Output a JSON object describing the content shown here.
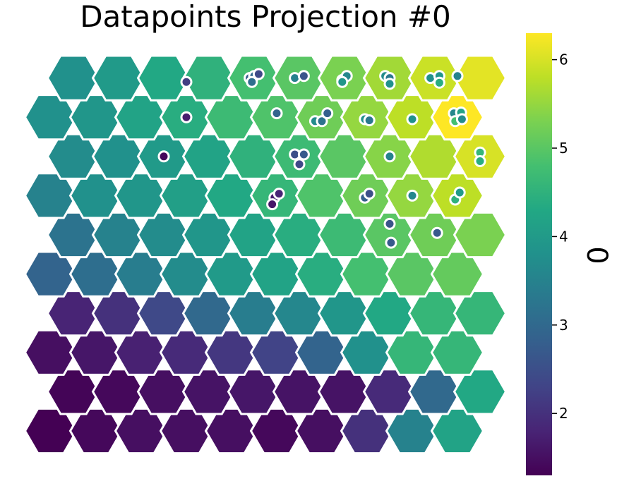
{
  "chart_data": {
    "type": "heatmap",
    "subtype": "hexagonal-som",
    "title": "Datapoints Projection #0",
    "colormap": "viridis",
    "grid": {
      "rows": 10,
      "cols": 10
    },
    "cells": [
      [
        1.3,
        1.4,
        1.5,
        1.5,
        1.5,
        1.4,
        1.5,
        2.0,
        3.5,
        4.2
      ],
      [
        1.35,
        1.4,
        1.5,
        1.55,
        1.6,
        1.55,
        1.55,
        1.9,
        3.0,
        4.3
      ],
      [
        1.5,
        1.6,
        1.75,
        1.9,
        2.1,
        2.3,
        2.9,
        3.8,
        4.6,
        4.6
      ],
      [
        1.8,
        2.0,
        2.4,
        3.0,
        3.4,
        3.6,
        3.9,
        4.3,
        4.6,
        4.6
      ],
      [
        2.9,
        3.1,
        3.4,
        3.7,
        4.0,
        4.2,
        4.4,
        4.8,
        5.0,
        5.1
      ],
      [
        3.2,
        3.5,
        3.7,
        3.9,
        4.2,
        4.4,
        4.7,
        5.0,
        5.2,
        5.3
      ],
      [
        3.5,
        3.8,
        3.9,
        4.1,
        4.3,
        4.6,
        4.9,
        5.2,
        5.5,
        5.8
      ],
      [
        3.7,
        3.8,
        4.0,
        4.2,
        4.5,
        4.7,
        5.0,
        5.4,
        5.7,
        6.0
      ],
      [
        3.8,
        3.9,
        4.2,
        4.4,
        4.7,
        4.9,
        5.2,
        5.5,
        5.8,
        6.3
      ],
      [
        3.8,
        4.0,
        4.3,
        4.5,
        4.8,
        5.0,
        5.3,
        5.6,
        5.9,
        6.1
      ]
    ],
    "points": [
      {
        "col": 7,
        "row": 5,
        "dx": 0.0,
        "dy": -0.28,
        "v": 2.6
      },
      {
        "col": 7,
        "row": 5,
        "dx": 0.03,
        "dy": 0.2,
        "v": 2.7
      },
      {
        "col": 8,
        "row": 5,
        "dx": 0.05,
        "dy": -0.05,
        "v": 2.7
      },
      {
        "col": 5,
        "row": 6,
        "dx": -0.05,
        "dy": 0.05,
        "v": 1.7
      },
      {
        "col": 5,
        "row": 6,
        "dx": 0.05,
        "dy": -0.05,
        "v": 1.8
      },
      {
        "col": 5,
        "row": 6,
        "dx": -0.1,
        "dy": 0.22,
        "v": 1.6
      },
      {
        "col": 7,
        "row": 6,
        "dx": -0.05,
        "dy": 0.05,
        "v": 2.8
      },
      {
        "col": 7,
        "row": 6,
        "dx": 0.05,
        "dy": -0.05,
        "v": 2.5
      },
      {
        "col": 8,
        "row": 6,
        "dx": 0.0,
        "dy": 0.0,
        "v": 3.6
      },
      {
        "col": 9,
        "row": 6,
        "dx": -0.05,
        "dy": 0.1,
        "v": 4.5
      },
      {
        "col": 9,
        "row": 6,
        "dx": 0.05,
        "dy": -0.08,
        "v": 4.0
      },
      {
        "col": 2,
        "row": 7,
        "dx": 0.0,
        "dy": 0.0,
        "v": 1.4
      },
      {
        "col": 5,
        "row": 7,
        "dx": -0.1,
        "dy": -0.05,
        "v": 2.5
      },
      {
        "col": 5,
        "row": 7,
        "dx": 0.1,
        "dy": -0.05,
        "v": 2.7
      },
      {
        "col": 5,
        "row": 7,
        "dx": 0.0,
        "dy": 0.2,
        "v": 2.4
      },
      {
        "col": 7,
        "row": 7,
        "dx": 0.0,
        "dy": 0.0,
        "v": 3.5
      },
      {
        "col": 9,
        "row": 7,
        "dx": 0.0,
        "dy": -0.1,
        "v": 4.6
      },
      {
        "col": 9,
        "row": 7,
        "dx": 0.0,
        "dy": 0.12,
        "v": 4.4
      },
      {
        "col": 3,
        "row": 8,
        "dx": 0.0,
        "dy": 0.0,
        "v": 1.7
      },
      {
        "col": 5,
        "row": 8,
        "dx": 0.0,
        "dy": -0.1,
        "v": 2.9
      },
      {
        "col": 6,
        "row": 8,
        "dx": -0.15,
        "dy": 0.1,
        "v": 3.7
      },
      {
        "col": 6,
        "row": 8,
        "dx": 0.0,
        "dy": 0.1,
        "v": 3.2
      },
      {
        "col": 6,
        "row": 8,
        "dx": 0.12,
        "dy": -0.1,
        "v": 2.8
      },
      {
        "col": 7,
        "row": 8,
        "dx": -0.05,
        "dy": 0.05,
        "v": 3.8
      },
      {
        "col": 7,
        "row": 8,
        "dx": 0.05,
        "dy": 0.08,
        "v": 3.3
      },
      {
        "col": 8,
        "row": 8,
        "dx": 0.0,
        "dy": 0.05,
        "v": 3.8
      },
      {
        "col": 9,
        "row": 8,
        "dx": -0.08,
        "dy": -0.1,
        "v": 3.6
      },
      {
        "col": 9,
        "row": 8,
        "dx": 0.08,
        "dy": -0.12,
        "v": 4.2
      },
      {
        "col": 9,
        "row": 8,
        "dx": -0.05,
        "dy": 0.1,
        "v": 4.8
      },
      {
        "col": 9,
        "row": 8,
        "dx": 0.1,
        "dy": 0.05,
        "v": 3.7
      },
      {
        "col": 3,
        "row": 9,
        "dx": -0.5,
        "dy": 0.1,
        "v": 2.2
      },
      {
        "col": 4,
        "row": 9,
        "dx": -0.1,
        "dy": 0.0,
        "v": 2.7
      },
      {
        "col": 4,
        "row": 9,
        "dx": 0.0,
        "dy": -0.05,
        "v": 3.0
      },
      {
        "col": 4,
        "row": 9,
        "dx": 0.1,
        "dy": -0.1,
        "v": 2.4
      },
      {
        "col": 4,
        "row": 9,
        "dx": -0.05,
        "dy": 0.1,
        "v": 3.1
      },
      {
        "col": 5,
        "row": 9,
        "dx": -0.1,
        "dy": 0.0,
        "v": 3.5
      },
      {
        "col": 5,
        "row": 9,
        "dx": 0.1,
        "dy": -0.05,
        "v": 2.6
      },
      {
        "col": 6,
        "row": 9,
        "dx": -0.05,
        "dy": 0.05,
        "v": 3.4
      },
      {
        "col": 6,
        "row": 9,
        "dx": 0.05,
        "dy": -0.05,
        "v": 3.6
      },
      {
        "col": 6,
        "row": 9,
        "dx": -0.05,
        "dy": 0.1,
        "v": 3.9
      },
      {
        "col": 7,
        "row": 9,
        "dx": -0.1,
        "dy": -0.05,
        "v": 3.7
      },
      {
        "col": 7,
        "row": 9,
        "dx": 0.0,
        "dy": 0.0,
        "v": 3.3
      },
      {
        "col": 7,
        "row": 9,
        "dx": 0.0,
        "dy": 0.15,
        "v": 3.8
      },
      {
        "col": 8,
        "row": 9,
        "dx": -0.1,
        "dy": 0.0,
        "v": 3.8
      },
      {
        "col": 8,
        "row": 9,
        "dx": 0.1,
        "dy": -0.05,
        "v": 3.9
      },
      {
        "col": 8,
        "row": 9,
        "dx": 0.1,
        "dy": 0.12,
        "v": 4.4
      },
      {
        "col": 9,
        "row": 9,
        "dx": -0.5,
        "dy": -0.05,
        "v": 3.5
      }
    ],
    "colorbar": {
      "label": "0",
      "min": 1.3,
      "max": 6.3,
      "ticks": [
        2,
        3,
        4,
        5,
        6
      ],
      "tick_labels": [
        "2",
        "3",
        "4",
        "5",
        "6"
      ]
    }
  }
}
